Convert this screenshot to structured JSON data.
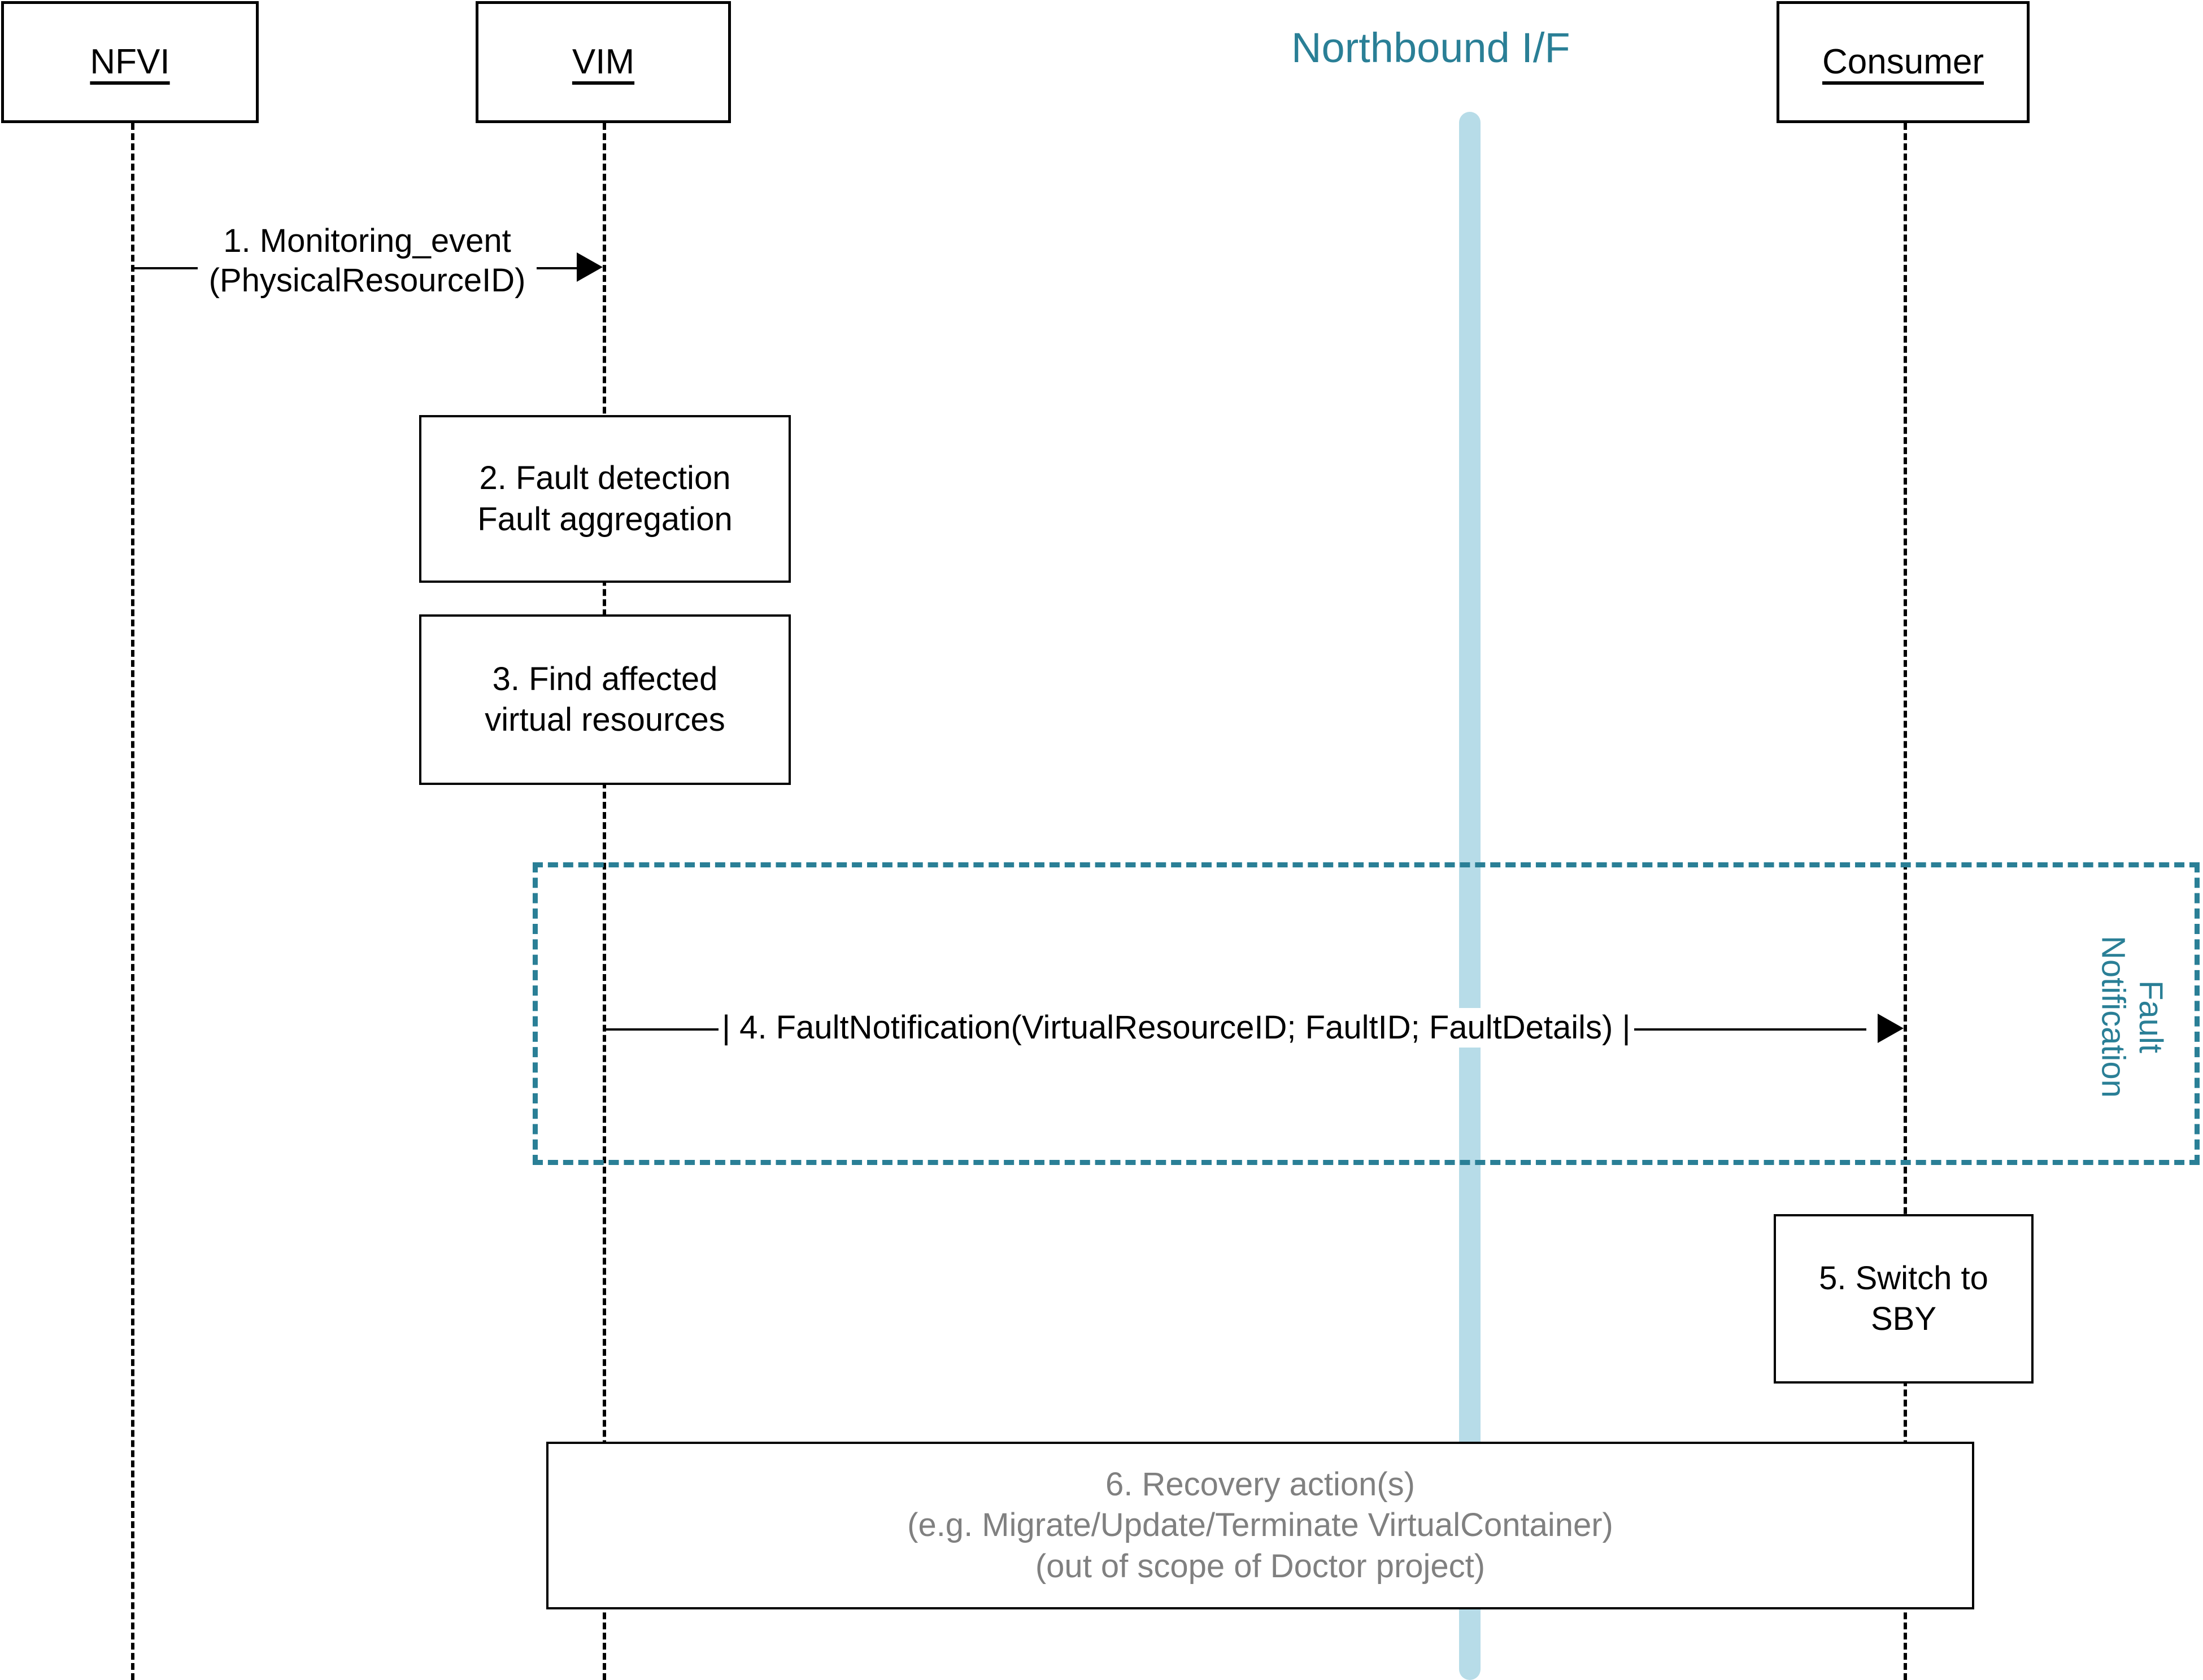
{
  "diagram": {
    "type": "uml-sequence-diagram",
    "title": "Fault management / Northbound fault notification flow",
    "colors": {
      "accent_teal": "#2a7f96",
      "northbound_bar": "#b7dce8",
      "line_black": "#000000",
      "muted_gray": "#808080",
      "background": "#ffffff"
    }
  },
  "lifelines": [
    {
      "id": "nfvi",
      "label": "NFVI"
    },
    {
      "id": "vim",
      "label": "VIM"
    },
    {
      "id": "consumer",
      "label": "Consumer"
    }
  ],
  "northbound": {
    "title": "Northbound I/F"
  },
  "messages": [
    {
      "id": "msg1",
      "from": "nfvi",
      "to": "vim",
      "lines": [
        "1. Monitoring_event",
        "(PhysicalResourceID)"
      ]
    },
    {
      "id": "msg4",
      "from": "vim",
      "to": "consumer",
      "lines": [
        "| 4. FaultNotification(VirtualResourceID; FaultID; FaultDetails) |"
      ]
    }
  ],
  "activations": [
    {
      "id": "step2",
      "on": "vim",
      "lines": [
        "2. Fault detection",
        "Fault aggregation"
      ]
    },
    {
      "id": "step3",
      "on": "vim",
      "lines": [
        "3. Find affected",
        "virtual resources"
      ]
    },
    {
      "id": "step5",
      "on": "consumer",
      "lines": [
        "5. Switch to",
        "SBY"
      ]
    },
    {
      "id": "step6",
      "on": "span",
      "muted": true,
      "lines": [
        "6. Recovery action(s)",
        "(e.g. Migrate/Update/Terminate VirtualContainer)",
        "(out of scope of Doctor project)"
      ]
    }
  ],
  "fragments": [
    {
      "id": "fault-notification-frame",
      "label_line_1": "Fault",
      "label_line_2": "Notification"
    }
  ]
}
